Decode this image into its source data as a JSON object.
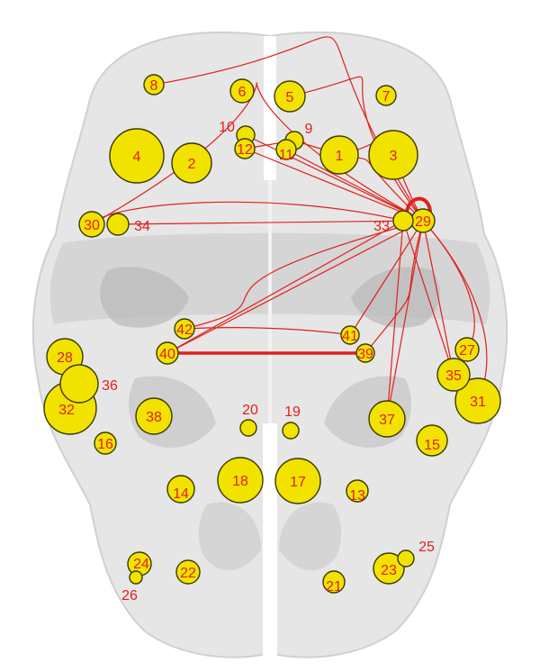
{
  "diagram": {
    "colors": {
      "node_fill": "#f2e200",
      "node_stroke": "#3a3a00",
      "edge": "#e0201c",
      "label": "#e0201c",
      "brain_light": "#e8e8e8",
      "brain_mid": "#cfcfcf",
      "brain_dark": "#b5b5b5"
    },
    "nodes": [
      {
        "id": "1",
        "label": "1"
      },
      {
        "id": "2",
        "label": "2"
      },
      {
        "id": "3",
        "label": "3"
      },
      {
        "id": "4",
        "label": "4"
      },
      {
        "id": "5",
        "label": "5"
      },
      {
        "id": "6",
        "label": "6"
      },
      {
        "id": "7",
        "label": "7"
      },
      {
        "id": "8",
        "label": "8"
      },
      {
        "id": "9",
        "label": "9"
      },
      {
        "id": "10",
        "label": "10"
      },
      {
        "id": "11",
        "label": "11"
      },
      {
        "id": "12",
        "label": "12"
      },
      {
        "id": "13",
        "label": "13"
      },
      {
        "id": "14",
        "label": "14"
      },
      {
        "id": "15",
        "label": "15"
      },
      {
        "id": "16",
        "label": "16"
      },
      {
        "id": "17",
        "label": "17"
      },
      {
        "id": "18",
        "label": "18"
      },
      {
        "id": "19",
        "label": "19"
      },
      {
        "id": "20",
        "label": "20"
      },
      {
        "id": "21",
        "label": "21"
      },
      {
        "id": "22",
        "label": "22"
      },
      {
        "id": "23",
        "label": "23"
      },
      {
        "id": "24",
        "label": "24"
      },
      {
        "id": "25",
        "label": "25"
      },
      {
        "id": "26",
        "label": "26"
      },
      {
        "id": "27",
        "label": "27"
      },
      {
        "id": "28",
        "label": "28"
      },
      {
        "id": "29",
        "label": "29"
      },
      {
        "id": "30",
        "label": "30"
      },
      {
        "id": "31",
        "label": "31"
      },
      {
        "id": "32",
        "label": "32"
      },
      {
        "id": "33",
        "label": "33"
      },
      {
        "id": "34",
        "label": "34"
      },
      {
        "id": "35",
        "label": "35"
      },
      {
        "id": "36",
        "label": "36"
      },
      {
        "id": "37",
        "label": "37"
      },
      {
        "id": "38",
        "label": "38"
      },
      {
        "id": "39",
        "label": "39"
      },
      {
        "id": "40",
        "label": "40"
      },
      {
        "id": "41",
        "label": "41"
      },
      {
        "id": "42",
        "label": "42"
      }
    ],
    "edges": [
      {
        "from": "29",
        "to": "8"
      },
      {
        "from": "29",
        "to": "30"
      },
      {
        "from": "29",
        "to": "34"
      },
      {
        "from": "29",
        "to": "12"
      },
      {
        "from": "29",
        "to": "11"
      },
      {
        "from": "29",
        "to": "10"
      },
      {
        "from": "29",
        "to": "9"
      },
      {
        "from": "29",
        "to": "1"
      },
      {
        "from": "29",
        "to": "5"
      },
      {
        "from": "29",
        "to": "33"
      },
      {
        "from": "29",
        "to": "42"
      },
      {
        "from": "29",
        "to": "40"
      },
      {
        "from": "29",
        "to": "41"
      },
      {
        "from": "29",
        "to": "39"
      },
      {
        "from": "29",
        "to": "37"
      },
      {
        "from": "29",
        "to": "35"
      },
      {
        "from": "29",
        "to": "31"
      },
      {
        "from": "29",
        "to": "27"
      },
      {
        "from": "33",
        "to": "30"
      },
      {
        "from": "33",
        "to": "40"
      },
      {
        "from": "33",
        "to": "37"
      },
      {
        "from": "33",
        "to": "35"
      },
      {
        "from": "40",
        "to": "39"
      },
      {
        "from": "42",
        "to": "41"
      },
      {
        "from": "12",
        "to": "9"
      }
    ]
  }
}
